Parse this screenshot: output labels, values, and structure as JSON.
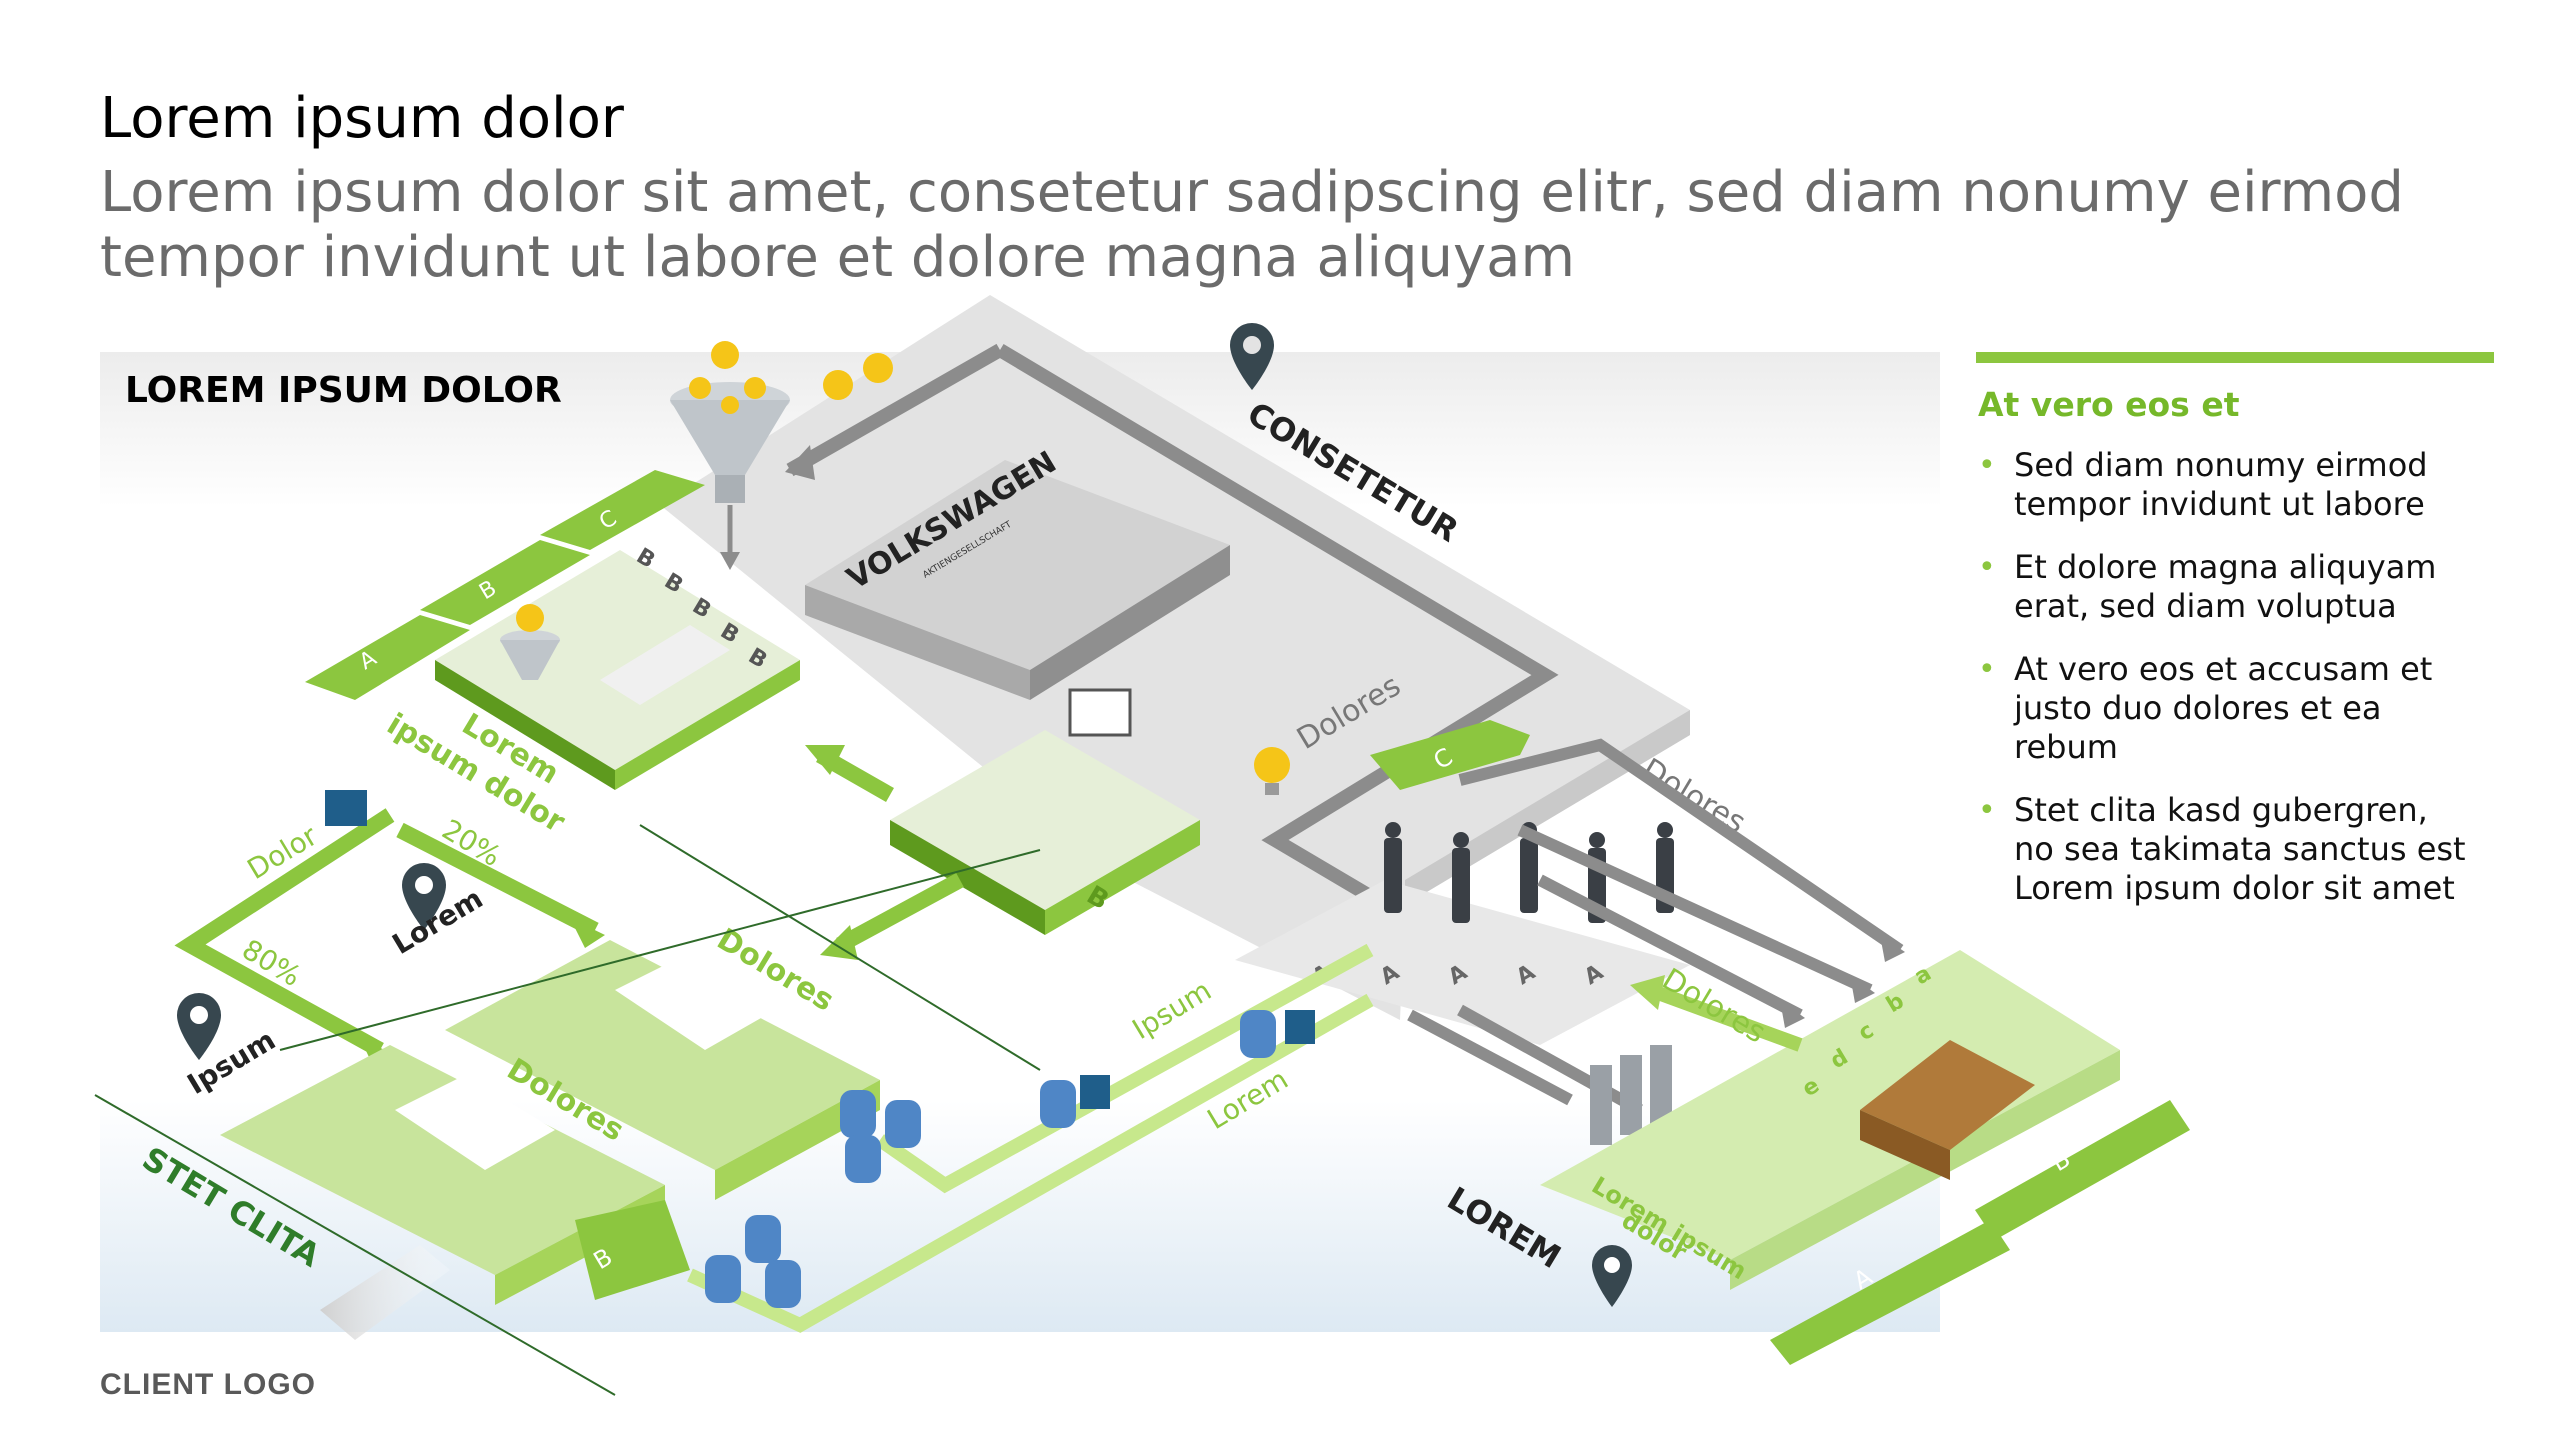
{
  "header": {
    "title": "Lorem ipsum dolor",
    "subtitle_line1": "Lorem ipsum dolor sit amet, consetetur sadipscing elitr, sed diam nonumy eirmod",
    "subtitle_line2": "tempor invidunt ut labore et dolore magna aliquyam"
  },
  "diagram": {
    "region_title": "LOREM IPSUM DOLOR",
    "consetetur": "CONSETETUR",
    "lorem_bottom": "LOREM",
    "stet_clita": "STET CLITA",
    "vw_logo": "VOLKSWAGEN",
    "vw_logo_sub": "AKTIENGESELLSCHAFT",
    "dolores_gray_1": "Dolores",
    "dolores_gray_2": "Dolores",
    "dolores_green_room1": "Dolores",
    "dolores_green_room2": "Dolores",
    "dolores_green_right": "Dolores",
    "lorem_ipsum_dolor_1": "Lorem",
    "lorem_ipsum_dolor_2": "ipsum dolor",
    "dolor_label": "Dolor",
    "pct_20": "20%",
    "pct_80": "80%",
    "pin_lorem": "Lorem",
    "pin_ipsum": "Ipsum",
    "ipsum_path": "Ipsum",
    "lorem_path": "Lorem",
    "desk_label_1": "Lorem ipsum",
    "desk_label_2": "dolor",
    "arrow_a": "A",
    "arrow_b": "B",
    "arrow_c": "C",
    "arrow_b_center": "B",
    "arrow_c_center": "C",
    "arrow_b_left": "B",
    "arrow_a_right": "A",
    "arrow_b_right": "B",
    "stage_letters": [
      "B",
      "B",
      "B",
      "B",
      "B"
    ],
    "gate_letters": [
      "A",
      "A",
      "A",
      "A",
      "A"
    ],
    "desk_letters": [
      "a",
      "b",
      "c",
      "d",
      "e"
    ]
  },
  "panel": {
    "heading": "At vero eos et",
    "bullets": [
      {
        "line1": "Sed diam nonumy eirmod",
        "line2": "tempor invidunt ut labore",
        "line3": ""
      },
      {
        "line1": "Et dolore magna aliquyam",
        "line2": "erat, sed diam voluptua",
        "line3": ""
      },
      {
        "line1": "At vero eos et accusam et",
        "line2": "justo duo dolores et ea",
        "line3": "rebum"
      },
      {
        "line1": "Stet clita kasd gubergren,",
        "line2": "no sea takimata sanctus est",
        "line3": "Lorem ipsum dolor sit amet"
      }
    ]
  },
  "footer": {
    "client_logo": "CLIENT LOGO"
  },
  "colors": {
    "green": "#8cc63f",
    "green_dark": "#5e9a1e",
    "green_light": "#d4ecb0",
    "gray_platform": "#d9d9d9",
    "gray_dark": "#8a8a8a",
    "pin": "#37474f",
    "bulb": "#f5c518",
    "robot": "#4f86c6"
  }
}
